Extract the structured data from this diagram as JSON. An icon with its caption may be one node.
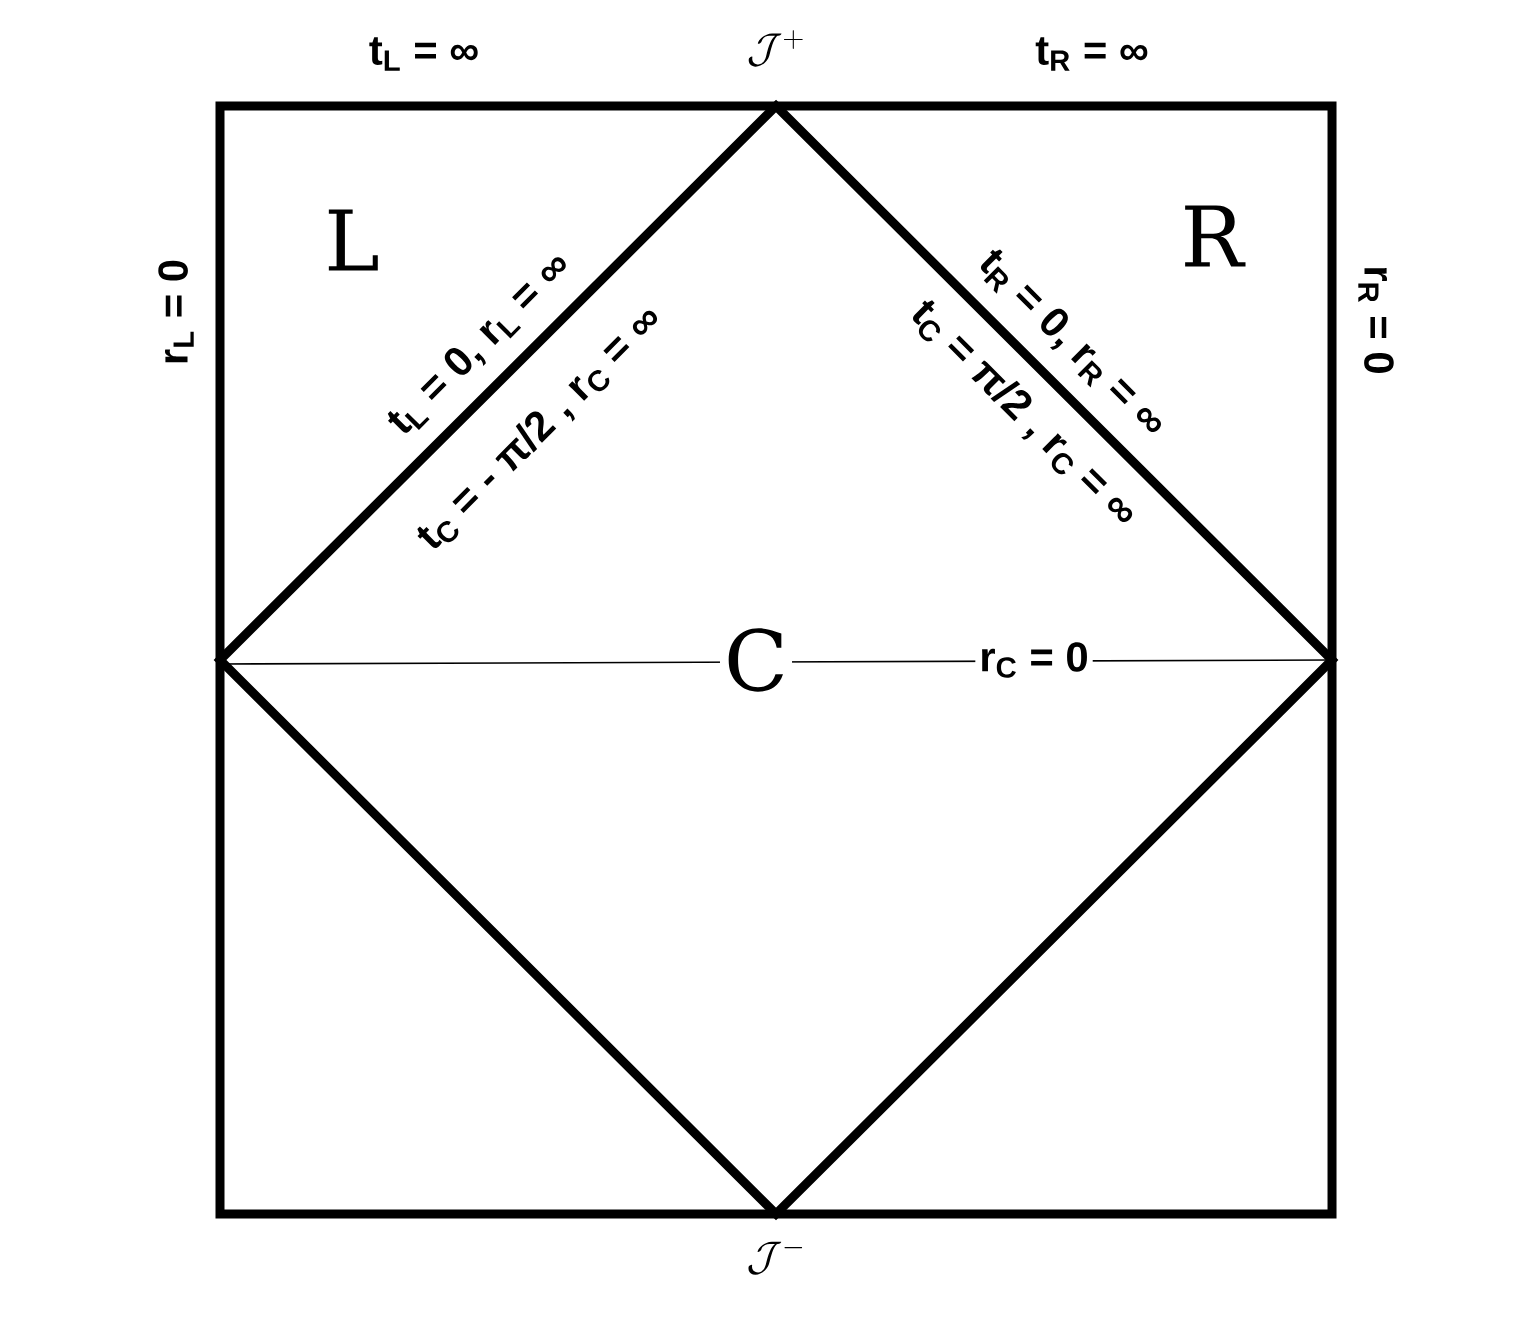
{
  "diagram": {
    "labels": [
      "t$_{L}$ = ∞",
      "\\mathcal{J}^{+}",
      "t$_{R}$ = ∞",
      "L",
      "R",
      "r$_{L}$ = 0",
      "r$_{R}$ = 0",
      "t$_{L}$ = 0, r$_{L}$ = ∞",
      "t$_{C}$ = - π/2 , r$_{C}$ = ∞",
      "t$_{R}$ = 0, r$_{R}$ = ∞",
      "t$_{C}$ = π/2 , r$_{C}$ = ∞",
      "C",
      "r$_{C}$ = 0",
      "\\mathcal{J}^{-}"
    ]
  }
}
